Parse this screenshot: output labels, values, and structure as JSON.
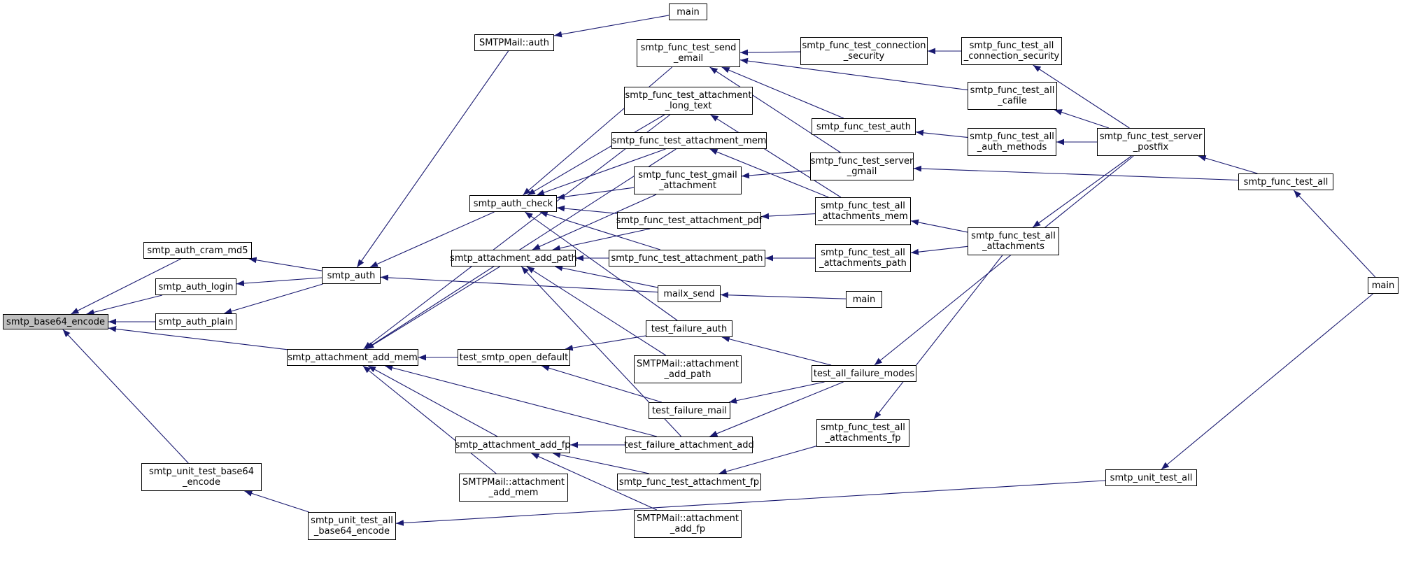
{
  "colors": {
    "edge": "#191970",
    "node_border": "#000000",
    "node_fill": "#ffffff",
    "focus_fill": "#bfbfbf"
  },
  "nodes": [
    {
      "id": "base64_encode",
      "label": "smtp_base64_encode",
      "focus": true
    },
    {
      "id": "auth_cram_md5",
      "label": "smtp_auth_cram_md5"
    },
    {
      "id": "auth_login",
      "label": "smtp_auth_login"
    },
    {
      "id": "auth_plain",
      "label": "smtp_auth_plain"
    },
    {
      "id": "attachment_add_mem",
      "label": "smtp_attachment_add_mem"
    },
    {
      "id": "unit_test_base64_encode",
      "label": "smtp_unit_test_base64\n_encode"
    },
    {
      "id": "smtpmail_auth",
      "label": "SMTPMail::auth"
    },
    {
      "id": "smtp_auth",
      "label": "smtp_auth"
    },
    {
      "id": "main_top",
      "label": "main"
    },
    {
      "id": "send_email",
      "label": "smtp_func_test_send\n_email"
    },
    {
      "id": "att_long_text",
      "label": "smtp_func_test_attachment\n_long_text"
    },
    {
      "id": "att_mem_test",
      "label": "smtp_func_test_attachment_mem"
    },
    {
      "id": "gmail_att",
      "label": "smtp_func_test_gmail\n_attachment"
    },
    {
      "id": "auth_check",
      "label": "smtp_auth_check"
    },
    {
      "id": "att_pdf",
      "label": "smtp_func_test_attachment_pdf"
    },
    {
      "id": "attachment_add_path",
      "label": "smtp_attachment_add_path"
    },
    {
      "id": "att_path_test",
      "label": "smtp_func_test_attachment_path"
    },
    {
      "id": "mailx_send",
      "label": "mailx_send"
    },
    {
      "id": "test_smtp_open_default",
      "label": "test_smtp_open_default"
    },
    {
      "id": "failure_auth",
      "label": "test_failure_auth"
    },
    {
      "id": "smtpmail_add_path",
      "label": "SMTPMail::attachment\n_add_path"
    },
    {
      "id": "failure_mail",
      "label": "test_failure_mail"
    },
    {
      "id": "attachment_add_fp",
      "label": "smtp_attachment_add_fp"
    },
    {
      "id": "failure_att_add",
      "label": "test_failure_attachment_add"
    },
    {
      "id": "smtpmail_add_mem",
      "label": "SMTPMail::attachment\n_add_mem"
    },
    {
      "id": "att_fp_test",
      "label": "smtp_func_test_attachment_fp"
    },
    {
      "id": "smtpmail_add_fp",
      "label": "SMTPMail::attachment\n_add_fp"
    },
    {
      "id": "unit_all_base64",
      "label": "smtp_unit_test_all\n_base64_encode"
    },
    {
      "id": "conn_security",
      "label": "smtp_func_test_connection\n_security"
    },
    {
      "id": "func_auth",
      "label": "smtp_func_test_auth"
    },
    {
      "id": "server_gmail",
      "label": "smtp_func_test_server\n_gmail"
    },
    {
      "id": "all_att_mem",
      "label": "smtp_func_test_all\n_attachments_mem"
    },
    {
      "id": "all_att_path",
      "label": "smtp_func_test_all\n_attachments_path"
    },
    {
      "id": "main_mid",
      "label": "main"
    },
    {
      "id": "all_failure",
      "label": "test_all_failure_modes"
    },
    {
      "id": "all_att_fp",
      "label": "smtp_func_test_all\n_attachments_fp"
    },
    {
      "id": "all_conn_security",
      "label": "smtp_func_test_all\n_connection_security"
    },
    {
      "id": "all_cafile",
      "label": "smtp_func_test_all\n_cafile"
    },
    {
      "id": "all_auth_methods",
      "label": "smtp_func_test_all\n_auth_methods"
    },
    {
      "id": "all_attachments",
      "label": "smtp_func_test_all\n_attachments"
    },
    {
      "id": "server_postfix",
      "label": "smtp_func_test_server\n_postfix"
    },
    {
      "id": "func_test_all",
      "label": "smtp_func_test_all"
    },
    {
      "id": "unit_test_all",
      "label": "smtp_unit_test_all"
    },
    {
      "id": "main_right",
      "label": "main"
    }
  ],
  "edges": [
    [
      "auth_cram_md5",
      "base64_encode"
    ],
    [
      "auth_login",
      "base64_encode"
    ],
    [
      "auth_plain",
      "base64_encode"
    ],
    [
      "attachment_add_mem",
      "base64_encode"
    ],
    [
      "unit_test_base64_encode",
      "base64_encode"
    ],
    [
      "smtp_auth",
      "auth_cram_md5"
    ],
    [
      "smtp_auth",
      "auth_login"
    ],
    [
      "smtp_auth",
      "auth_plain"
    ],
    [
      "smtpmail_auth",
      "smtp_auth"
    ],
    [
      "auth_check",
      "smtp_auth"
    ],
    [
      "mailx_send",
      "smtp_auth"
    ],
    [
      "main_top",
      "smtpmail_auth"
    ],
    [
      "send_email",
      "auth_check"
    ],
    [
      "att_long_text",
      "auth_check"
    ],
    [
      "att_mem_test",
      "auth_check"
    ],
    [
      "gmail_att",
      "auth_check"
    ],
    [
      "att_pdf",
      "auth_check"
    ],
    [
      "att_path_test",
      "auth_check"
    ],
    [
      "failure_auth",
      "auth_check"
    ],
    [
      "att_long_text",
      "attachment_add_mem"
    ],
    [
      "att_mem_test",
      "attachment_add_mem"
    ],
    [
      "attachment_add_path",
      "attachment_add_mem"
    ],
    [
      "test_smtp_open_default",
      "attachment_add_mem"
    ],
    [
      "attachment_add_fp",
      "attachment_add_mem"
    ],
    [
      "failure_att_add",
      "attachment_add_mem"
    ],
    [
      "smtpmail_add_mem",
      "attachment_add_mem"
    ],
    [
      "gmail_att",
      "attachment_add_path"
    ],
    [
      "att_pdf",
      "attachment_add_path"
    ],
    [
      "att_path_test",
      "attachment_add_path"
    ],
    [
      "mailx_send",
      "attachment_add_path"
    ],
    [
      "smtpmail_add_path",
      "attachment_add_path"
    ],
    [
      "failure_att_add",
      "attachment_add_path"
    ],
    [
      "failure_auth",
      "test_smtp_open_default"
    ],
    [
      "failure_mail",
      "test_smtp_open_default"
    ],
    [
      "failure_att_add",
      "attachment_add_fp"
    ],
    [
      "att_fp_test",
      "attachment_add_fp"
    ],
    [
      "smtpmail_add_fp",
      "attachment_add_fp"
    ],
    [
      "unit_all_base64",
      "unit_test_base64_encode"
    ],
    [
      "unit_test_all",
      "unit_all_base64"
    ],
    [
      "conn_security",
      "send_email"
    ],
    [
      "all_cafile",
      "send_email"
    ],
    [
      "func_auth",
      "send_email"
    ],
    [
      "server_gmail",
      "send_email"
    ],
    [
      "all_att_mem",
      "att_long_text"
    ],
    [
      "all_att_mem",
      "att_mem_test"
    ],
    [
      "server_gmail",
      "gmail_att"
    ],
    [
      "all_att_mem",
      "att_pdf"
    ],
    [
      "all_att_path",
      "att_path_test"
    ],
    [
      "main_mid",
      "mailx_send"
    ],
    [
      "all_failure",
      "failure_auth"
    ],
    [
      "all_failure",
      "failure_mail"
    ],
    [
      "all_failure",
      "failure_att_add"
    ],
    [
      "all_att_fp",
      "att_fp_test"
    ],
    [
      "all_conn_security",
      "conn_security"
    ],
    [
      "all_auth_methods",
      "func_auth"
    ],
    [
      "func_test_all",
      "server_gmail"
    ],
    [
      "all_attachments",
      "all_att_mem"
    ],
    [
      "all_attachments",
      "all_att_path"
    ],
    [
      "all_attachments",
      "all_att_fp"
    ],
    [
      "server_postfix",
      "all_conn_security"
    ],
    [
      "server_postfix",
      "all_cafile"
    ],
    [
      "server_postfix",
      "all_auth_methods"
    ],
    [
      "server_postfix",
      "all_attachments"
    ],
    [
      "server_postfix",
      "all_failure"
    ],
    [
      "func_test_all",
      "server_postfix"
    ],
    [
      "main_right",
      "func_test_all"
    ],
    [
      "main_right",
      "unit_test_all"
    ]
  ]
}
